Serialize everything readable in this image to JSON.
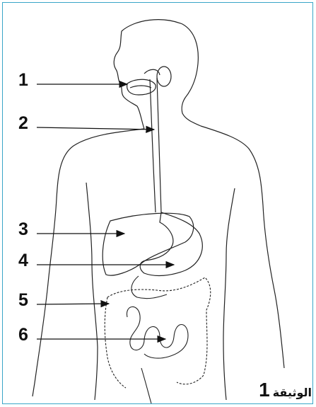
{
  "labels": [
    "1",
    "2",
    "3",
    "4",
    "5",
    "6"
  ],
  "document_label": {
    "word": "الوثيقة",
    "number": "1"
  },
  "colors": {
    "frame": "#3aa6c8",
    "ink": "#111111"
  }
}
